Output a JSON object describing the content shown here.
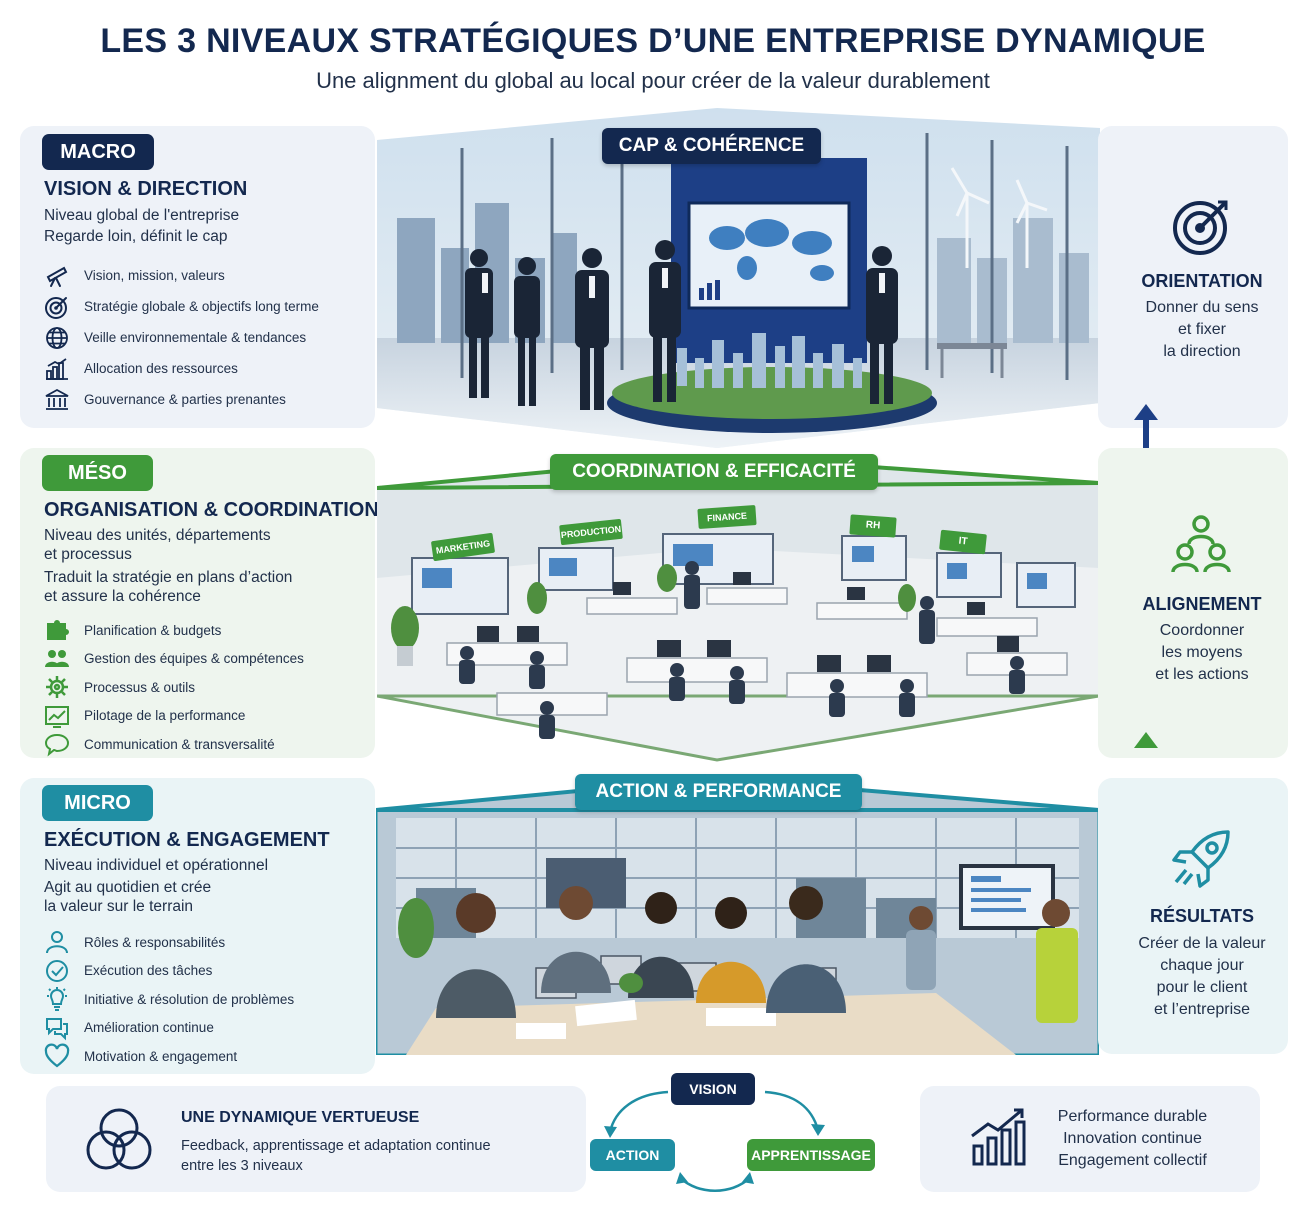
{
  "header": {
    "title": "LES 3 NIVEAUX STRATÉGIQUES D’UNE ENTREPRISE DYNAMIQUE",
    "subtitle": "Une alignment du global au local pour créer de la valeur durablement"
  },
  "levels": [
    {
      "badge": "MACRO",
      "title": "VISION & DIRECTION",
      "desc": [
        "Niveau global de l'entreprise",
        "Regarde loin, définit le cap"
      ],
      "items": [
        {
          "icon": "telescope-icon",
          "label": "Vision, mission, valeurs"
        },
        {
          "icon": "target-icon",
          "label": "Stratégie globale & objectifs long terme"
        },
        {
          "icon": "globe-icon",
          "label": "Veille environnementale & tendances"
        },
        {
          "icon": "bar-chart-icon",
          "label": "Allocation des ressources"
        },
        {
          "icon": "institution-icon",
          "label": "Gouvernance & parties prenantes"
        }
      ],
      "banner": "CAP & COHÉRENCE",
      "right": {
        "icon": "target-icon",
        "title": "ORIENTATION",
        "text": [
          "Donner du sens",
          "et fixer",
          "la direction"
        ]
      }
    },
    {
      "badge": "MÉSO",
      "title": "ORGANISATION & COORDINATION",
      "desc": [
        "Niveau des unités, départements",
        "et processus",
        "Traduit la stratégie en plans d’action",
        "et assure la cohérence"
      ],
      "items": [
        {
          "icon": "puzzle-icon",
          "label": "Planification & budgets"
        },
        {
          "icon": "team-icon",
          "label": "Gestion des équipes & compétences"
        },
        {
          "icon": "gear-icon",
          "label": "Processus & outils"
        },
        {
          "icon": "trend-chart-icon",
          "label": "Pilotage de la performance"
        },
        {
          "icon": "chat-bubble-icon",
          "label": "Communication & transversalité"
        }
      ],
      "banner": "COORDINATION & EFFICACITÉ",
      "scene_signs": [
        "MARKETING",
        "PRODUCTION",
        "FINANCE",
        "RH",
        "IT"
      ],
      "right": {
        "icon": "hierarchy-icon",
        "title": "ALIGNEMENT",
        "text": [
          "Coordonner",
          "les moyens",
          "et les actions"
        ]
      }
    },
    {
      "badge": "MICRO",
      "title": "EXÉCUTION & ENGAGEMENT",
      "desc": [
        "Niveau individuel et opérationnel",
        "Agit au quotidien et crée",
        "la valeur sur le terrain"
      ],
      "items": [
        {
          "icon": "person-icon",
          "label": "Rôles & responsabilités"
        },
        {
          "icon": "check-circle-icon",
          "label": "Exécution des tâches"
        },
        {
          "icon": "lightbulb-icon",
          "label": "Initiative & résolution de problèmes"
        },
        {
          "icon": "chat-bubbles-icon",
          "label": "Amélioration continue"
        },
        {
          "icon": "heart-icon",
          "label": "Motivation & engagement"
        }
      ],
      "banner": "ACTION & PERFORMANCE",
      "right": {
        "icon": "rocket-icon",
        "title": "RÉSULTATS",
        "text": [
          "Créer de la valeur",
          "chaque jour",
          "pour le client",
          "et l’entreprise"
        ]
      }
    }
  ],
  "footer": {
    "title": "UNE DYNAMIQUE VERTUEUSE",
    "text": [
      "Feedback, apprentissage et adaptation continue",
      "entre les 3 niveaux"
    ],
    "cycle": {
      "vision": "VISION",
      "action": "ACTION",
      "learning": "APPRENTISSAGE"
    },
    "outcomes": [
      "Performance durable",
      "Innovation continue",
      "Engagement collectif"
    ]
  },
  "colors": {
    "navy": "#13284f",
    "green": "#3f9a3a",
    "teal": "#1f8ea3"
  }
}
